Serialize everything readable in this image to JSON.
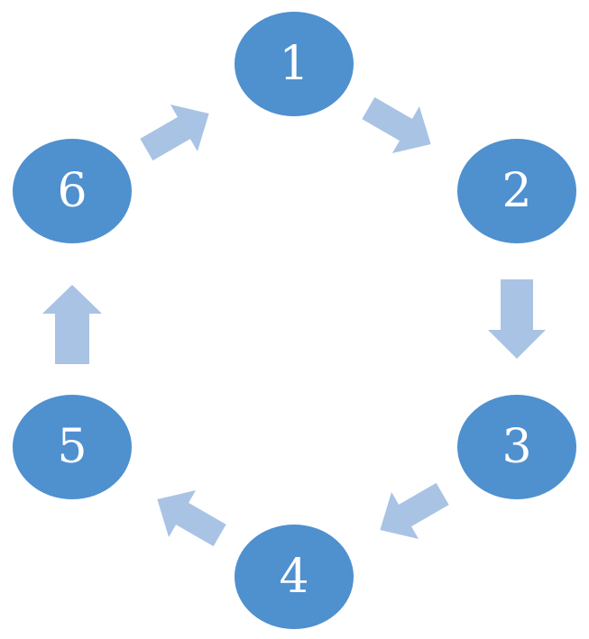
{
  "diagram": {
    "colors": {
      "node_fill": "#4f90cf",
      "arrow_fill": "#a9c3e4",
      "label_color": "#ffffff"
    },
    "nodes": [
      {
        "label": "1"
      },
      {
        "label": "2"
      },
      {
        "label": "3"
      },
      {
        "label": "4"
      },
      {
        "label": "5"
      },
      {
        "label": "6"
      }
    ]
  }
}
